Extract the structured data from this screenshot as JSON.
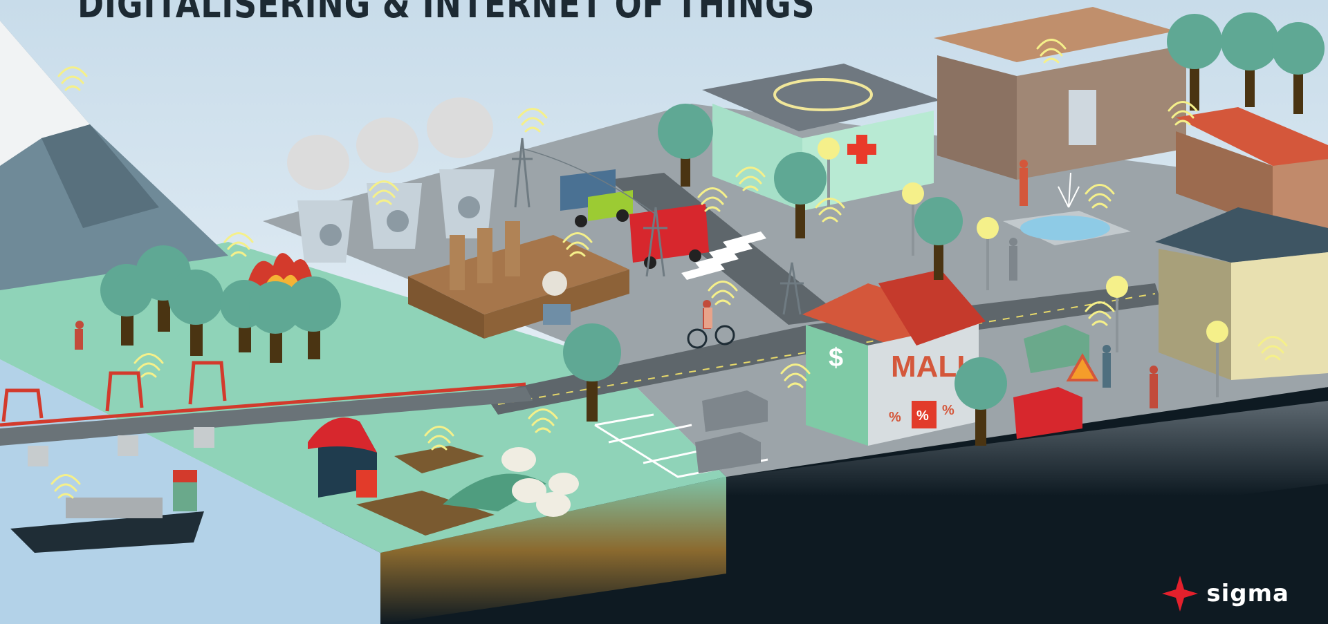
{
  "title": "DIGITALISERING & INTERNET OF THINGS",
  "scene": {
    "mall_sign": "MALL",
    "mall_percent_left": "%",
    "mall_percent_bag": "%",
    "mall_percent_right": "%",
    "bank_symbol": "$"
  },
  "logo": {
    "wordmark": "sigma",
    "color": "#e4202c"
  },
  "colors": {
    "sky": "#d7e8f3",
    "grass": "#8fd3b8",
    "road": "#7d858a",
    "water": "#b3d2e8",
    "ground_dark": "#0e1a22",
    "signal": "#f5f08a"
  }
}
